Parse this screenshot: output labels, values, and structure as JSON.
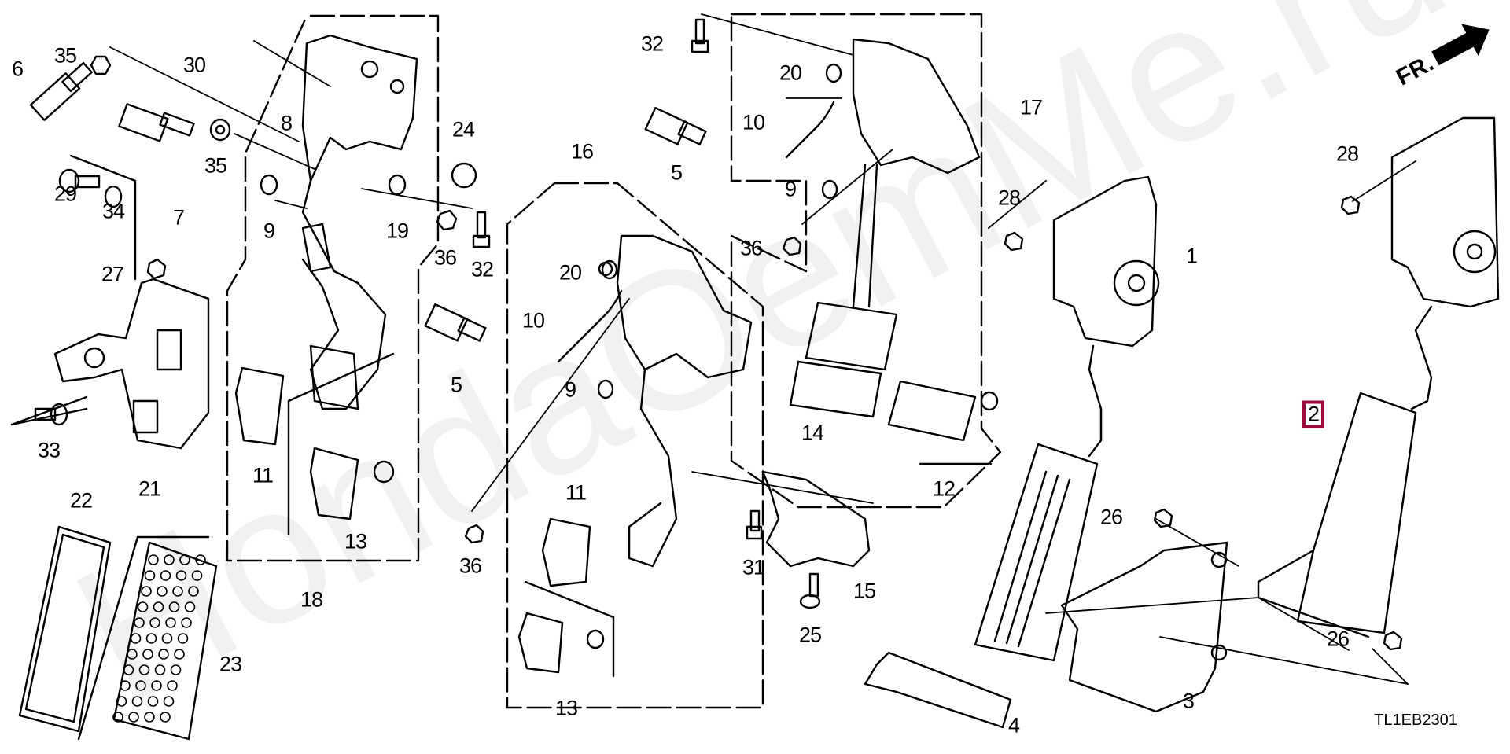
{
  "diagram": {
    "title_code": "TL1EB2301",
    "direction_indicator": "FR.",
    "watermark": "HondaOemMe.ru",
    "highlight_color": "#9b0a3a",
    "highlighted_part": "2",
    "callouts": {
      "c1": "1",
      "c2": "2",
      "c3": "3",
      "c4": "4",
      "c5a": "5",
      "c5b": "5",
      "c6": "6",
      "c7": "7",
      "c8": "8",
      "c9a": "9",
      "c9b": "9",
      "c9c": "9",
      "c10a": "10",
      "c10b": "10",
      "c11a": "11",
      "c11b": "11",
      "c12": "12",
      "c13a": "13",
      "c13b": "13",
      "c14": "14",
      "c15": "15",
      "c16": "16",
      "c17": "17",
      "c18": "18",
      "c19": "19",
      "c20a": "20",
      "c20b": "20",
      "c21": "21",
      "c22": "22",
      "c23": "23",
      "c24": "24",
      "c25": "25",
      "c26a": "26",
      "c26b": "26",
      "c27": "27",
      "c28a": "28",
      "c28b": "28",
      "c29": "29",
      "c30": "30",
      "c31": "31",
      "c32a": "32",
      "c32b": "32",
      "c33": "33",
      "c34": "34",
      "c35a": "35",
      "c35b": "35",
      "c36a": "36",
      "c36b": "36",
      "c36c": "36"
    }
  }
}
